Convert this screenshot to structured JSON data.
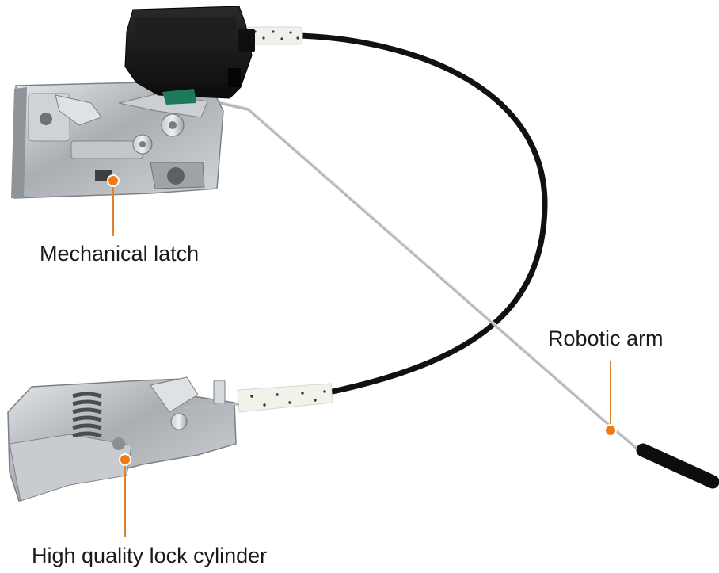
{
  "callouts": {
    "mechanical_latch": "Mechanical latch",
    "robotic_arm": "Robotic arm",
    "lock_cylinder": "High quality lock cylinder"
  },
  "colors": {
    "callout_dot": "#f07a1a",
    "callout_line": "#e8802a",
    "metal": "#b9bec3",
    "black_plastic": "#141414",
    "cable": "#111111"
  }
}
